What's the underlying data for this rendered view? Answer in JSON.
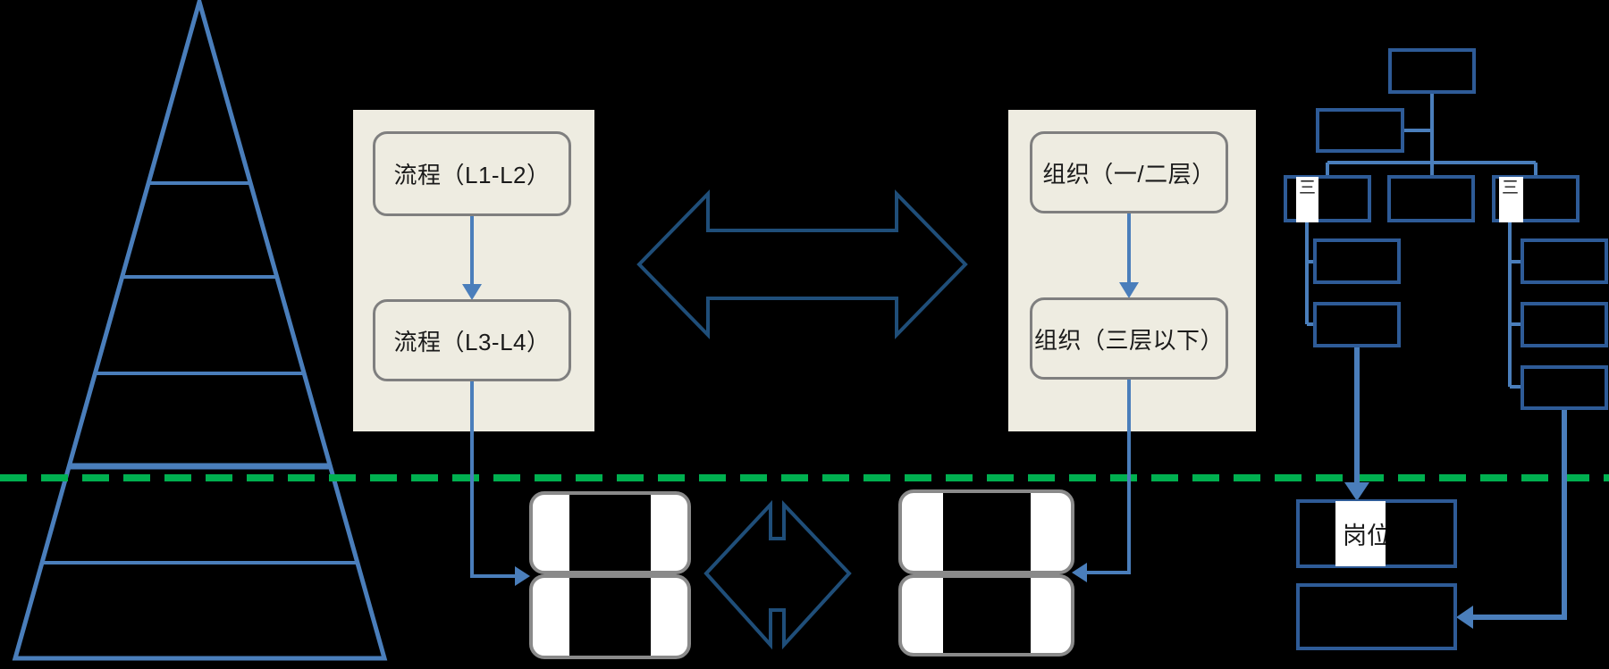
{
  "colors": {
    "background": "#000000",
    "blue_line": "#4A7EBB",
    "dark_arrow": "#1F4E79",
    "org_border": "#2E5B97",
    "green_dashed": "#00B050",
    "panel_beige": "#EEECE1",
    "box_border_gray": "#7F7F7F",
    "table_border_gray": "#8A8A8A",
    "text_dark": "#1A1A1A",
    "white": "#FFFFFF"
  },
  "pyramid": {
    "bands": 6,
    "divider_count": 5
  },
  "left_panel": {
    "boxes": [
      {
        "label": "流程（L1-L2）"
      },
      {
        "label": "流程（L3-L4）"
      }
    ]
  },
  "right_panel": {
    "boxes": [
      {
        "label": "组织（一/二层）"
      },
      {
        "label": "组织（三层以下）"
      }
    ]
  },
  "org_chart": {
    "strip_fragment": "三",
    "post_box_label": "岗位"
  }
}
